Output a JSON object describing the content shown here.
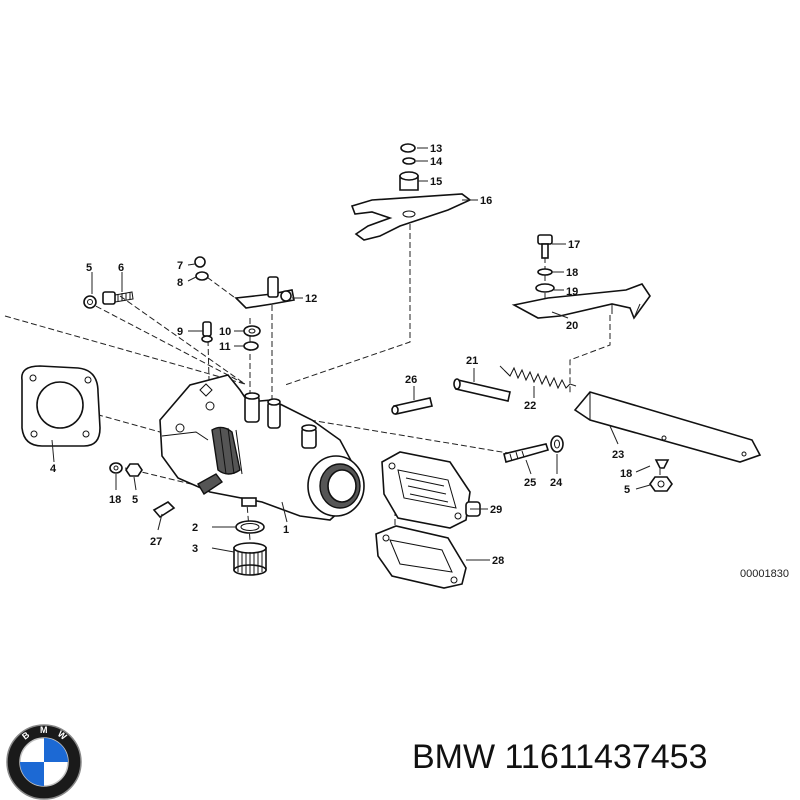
{
  "diagram": {
    "labels": [
      "1",
      "2",
      "3",
      "4",
      "5",
      "6",
      "7",
      "8",
      "9",
      "10",
      "11",
      "12",
      "13",
      "14",
      "15",
      "16",
      "17",
      "18",
      "19",
      "20",
      "21",
      "22",
      "23",
      "24",
      "25",
      "26",
      "27",
      "28",
      "29",
      "18",
      "5",
      "18",
      "5"
    ],
    "catalog_number": "00001830"
  },
  "footer": {
    "brand": "BMW",
    "part_number": "11611437453",
    "logo_letters": "BMW"
  },
  "colors": {
    "ink": "#111111",
    "logo_blue": "#1c69d4",
    "logo_ring": "#1a1a1a"
  }
}
